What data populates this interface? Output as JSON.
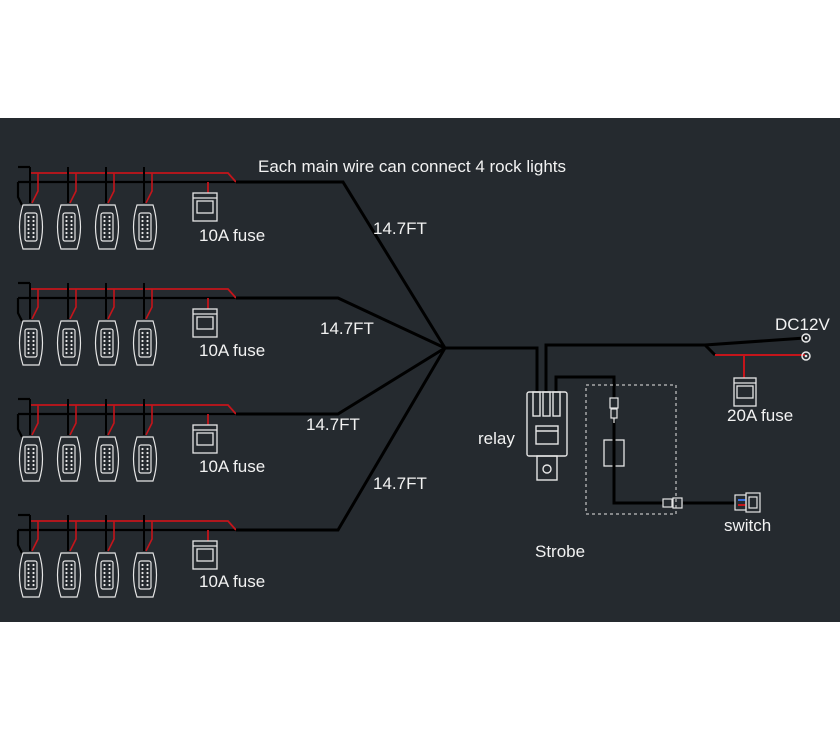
{
  "diagram": {
    "title": "Each main wire can connect 4 rock lights",
    "fuse_branch_label": "10A fuse",
    "wire_lengths": [
      "14.7FT",
      "14.7FT",
      "14.7FT",
      "14.7FT"
    ],
    "relay_label": "relay",
    "power_label": "DC12V",
    "main_fuse_label": "20A fuse",
    "strobe_label": "Strobe",
    "switch_label": "switch",
    "lights_per_branch": 4,
    "branch_count": 4,
    "colors": {
      "background": "#252a2f",
      "wire_black": "#000000",
      "wire_red": "#c4151b",
      "component_outline": "#e6e6e6",
      "text": "#f2f2f2"
    }
  }
}
